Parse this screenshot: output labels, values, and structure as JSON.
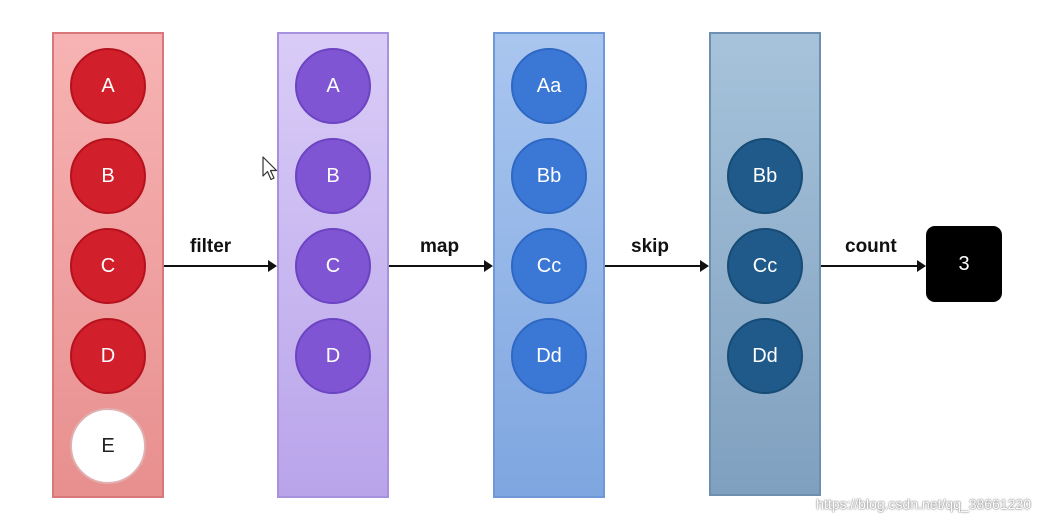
{
  "columns": [
    {
      "items": [
        "A",
        "B",
        "C",
        "D",
        "E"
      ]
    },
    {
      "items": [
        "A",
        "B",
        "C",
        "D"
      ]
    },
    {
      "items": [
        "Aa",
        "Bb",
        "Cc",
        "Dd"
      ]
    },
    {
      "items": [
        "Bb",
        "Cc",
        "Dd"
      ]
    }
  ],
  "operations": [
    "filter",
    "map",
    "skip",
    "count"
  ],
  "result": "3",
  "watermark": "https://blog.csdn.net/qq_38661220",
  "colors": {
    "red": "#d11f2b",
    "purple": "#7f55d3",
    "blue": "#3b78d6",
    "teal": "#1f5a8a",
    "result_box": "#000000"
  },
  "icons": [
    "mouse-pointer-icon"
  ]
}
